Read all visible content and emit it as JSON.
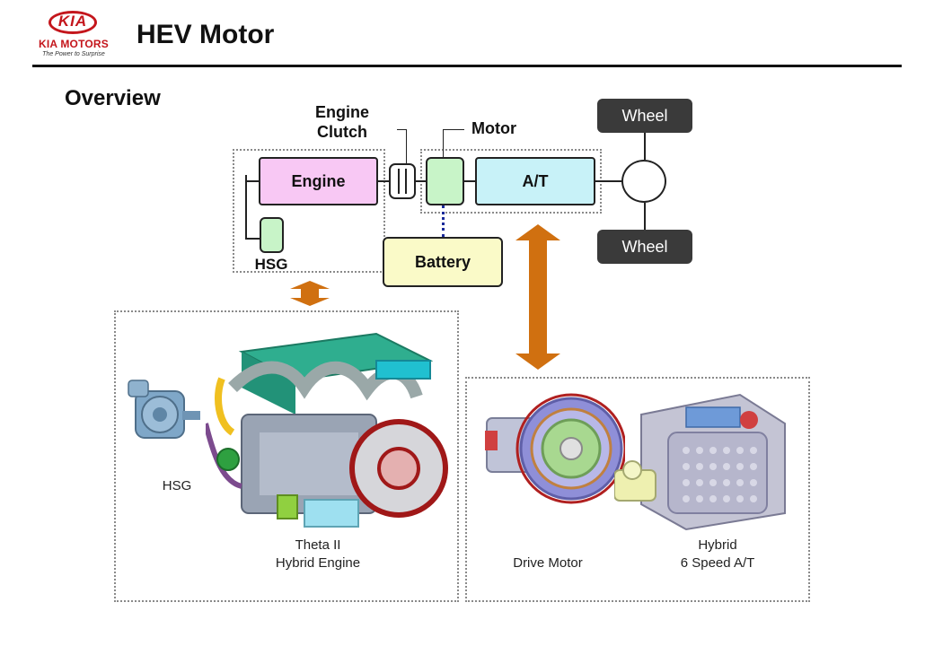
{
  "header": {
    "brand": "KIA",
    "brand_sub": "KIA MOTORS",
    "tagline": "The Power to Surprise",
    "title": "HEV Motor"
  },
  "section_title": "Overview",
  "schematic": {
    "engine_clutch_line1": "Engine",
    "engine_clutch_line2": "Clutch",
    "motor_label": "Motor",
    "engine": "Engine",
    "at": "A/T",
    "battery": "Battery",
    "hsg": "HSG",
    "wheel_top": "Wheel",
    "wheel_bottom": "Wheel"
  },
  "panels": {
    "engine_panel": {
      "hsg_caption": "HSG",
      "engine_caption_line1": "Theta II",
      "engine_caption_line2": "Hybrid Engine"
    },
    "drive_panel": {
      "motor_caption": "Drive Motor",
      "at_caption_line1": "Hybrid",
      "at_caption_line2": "6 Speed A/T"
    }
  },
  "colors": {
    "engine_fill": "#f8c8f4",
    "motor_fill": "#c8f4c8",
    "at_fill": "#c8f2f8",
    "battery_fill": "#fafac8",
    "hsg_fill": "#c8f4c8",
    "arrow_color": "#d07010",
    "wheel_label_bg": "#3a3a3a",
    "brand_red": "#c4161c"
  }
}
